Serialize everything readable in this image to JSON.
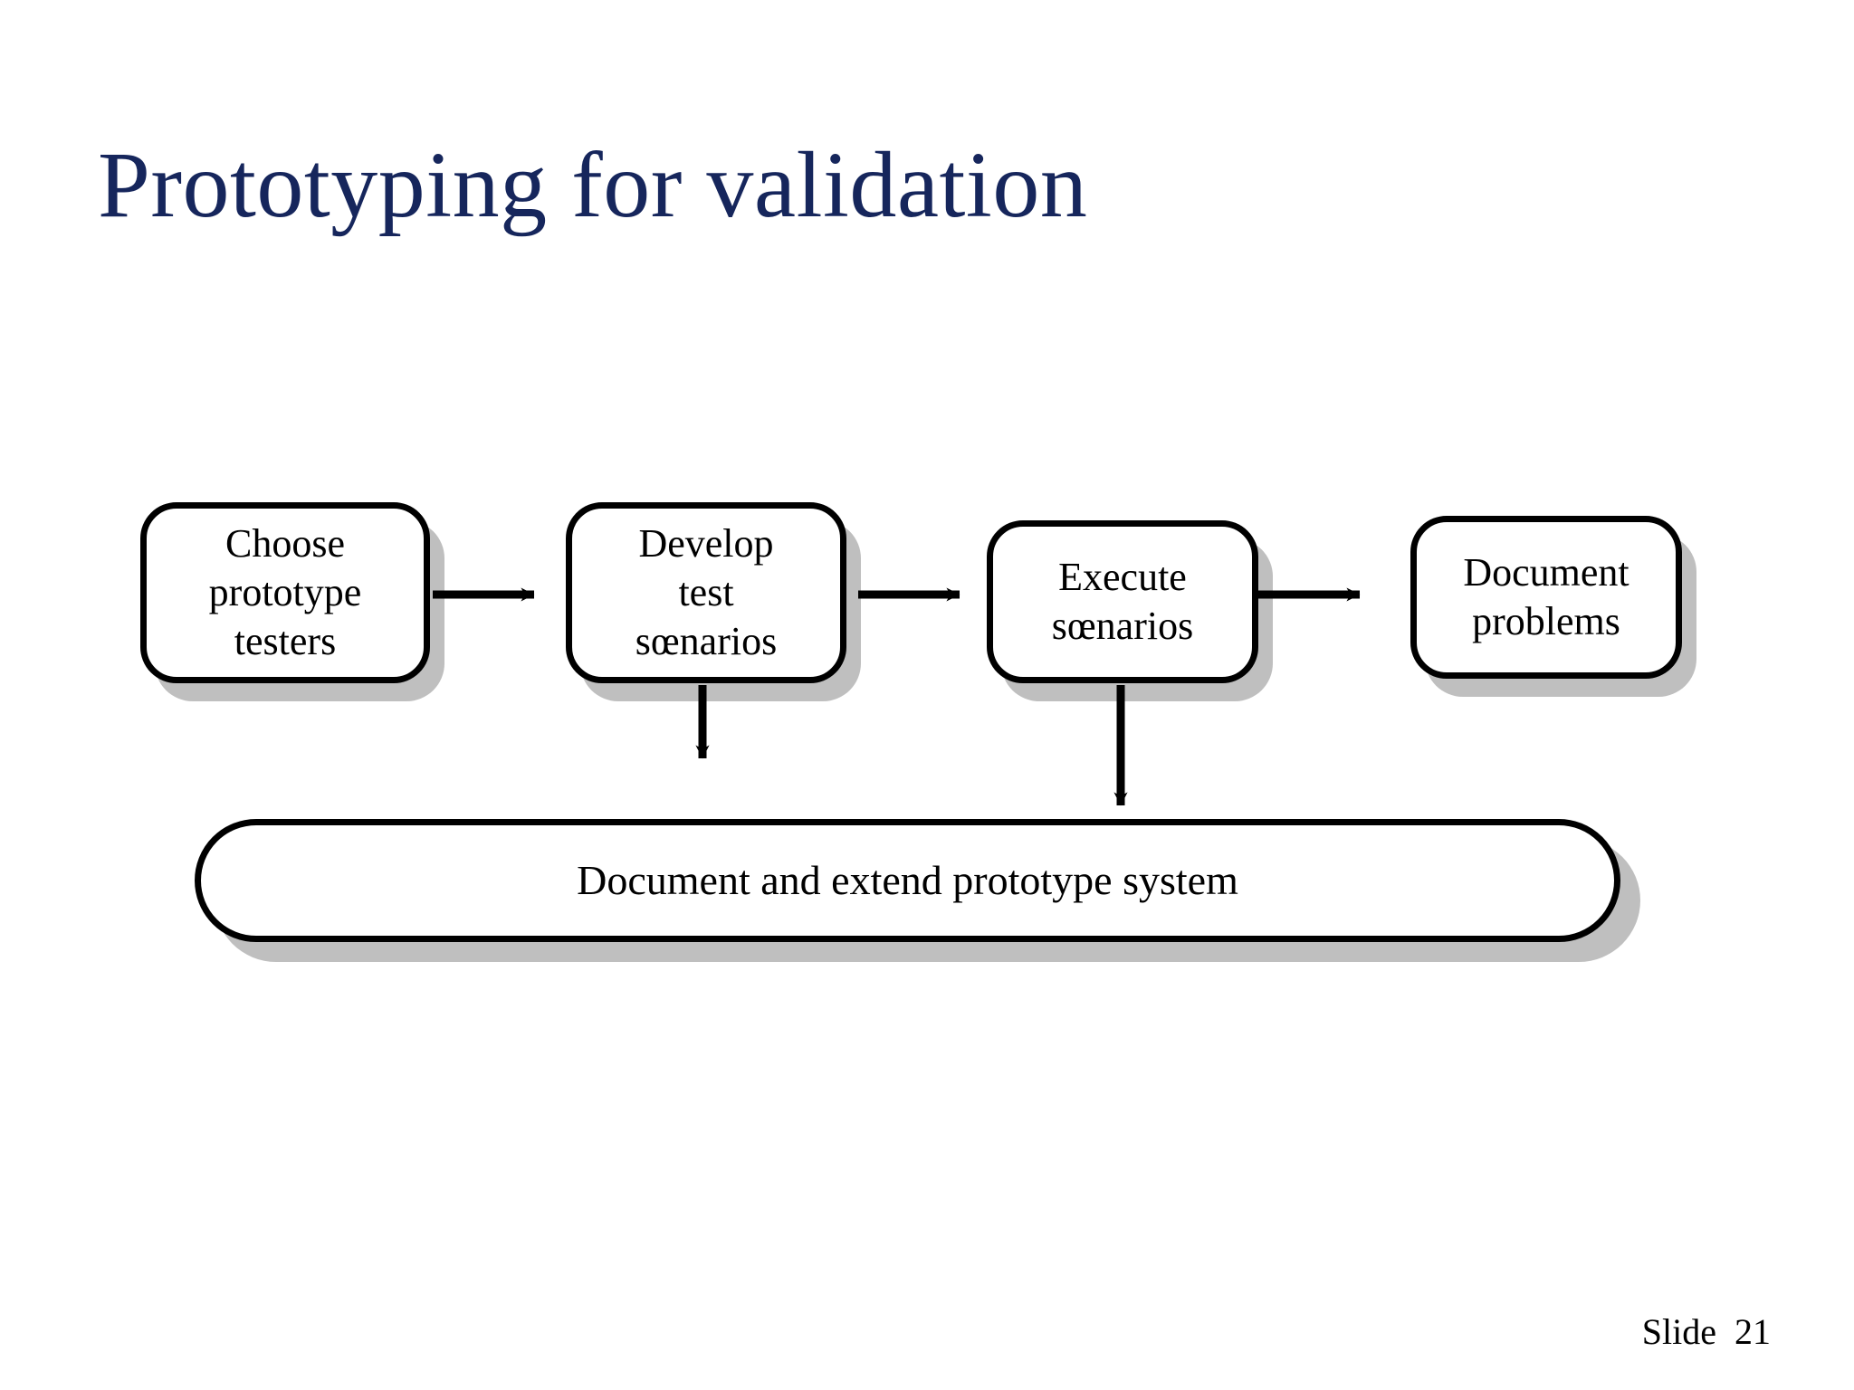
{
  "slide": {
    "title": "Prototyping for validation",
    "title_color": "#16265c",
    "background_color": "#ffffff",
    "footer": "Slide  21",
    "slide_number": 21
  },
  "diagram": {
    "type": "flowchart",
    "orientation": "left-to-right with two downward branches",
    "node_fill": "#ffffff",
    "node_border_color": "#000000",
    "node_shadow_color": "#bfbfbf",
    "arrow_color": "#000000",
    "nodes": [
      {
        "id": "choose-prototype-testers",
        "label": "Choose\nprototype\ntesters"
      },
      {
        "id": "develop-test-scenarios",
        "label": "Develop\ntest\nsœnarios"
      },
      {
        "id": "execute-scenarios",
        "label": "Execute\nsœnarios"
      },
      {
        "id": "document-problems",
        "label": "Document\nproblems"
      },
      {
        "id": "document-extend-prototype-system",
        "label": "Document and extend prototype system"
      }
    ],
    "edges": [
      {
        "from": "choose-prototype-testers",
        "to": "develop-test-scenarios",
        "direction": "right"
      },
      {
        "from": "develop-test-scenarios",
        "to": "execute-scenarios",
        "direction": "right"
      },
      {
        "from": "execute-scenarios",
        "to": "document-problems",
        "direction": "right"
      },
      {
        "from": "develop-test-scenarios",
        "to": "document-extend-prototype-system",
        "direction": "down"
      },
      {
        "from": "execute-scenarios",
        "to": "document-extend-prototype-system",
        "direction": "down"
      }
    ]
  }
}
